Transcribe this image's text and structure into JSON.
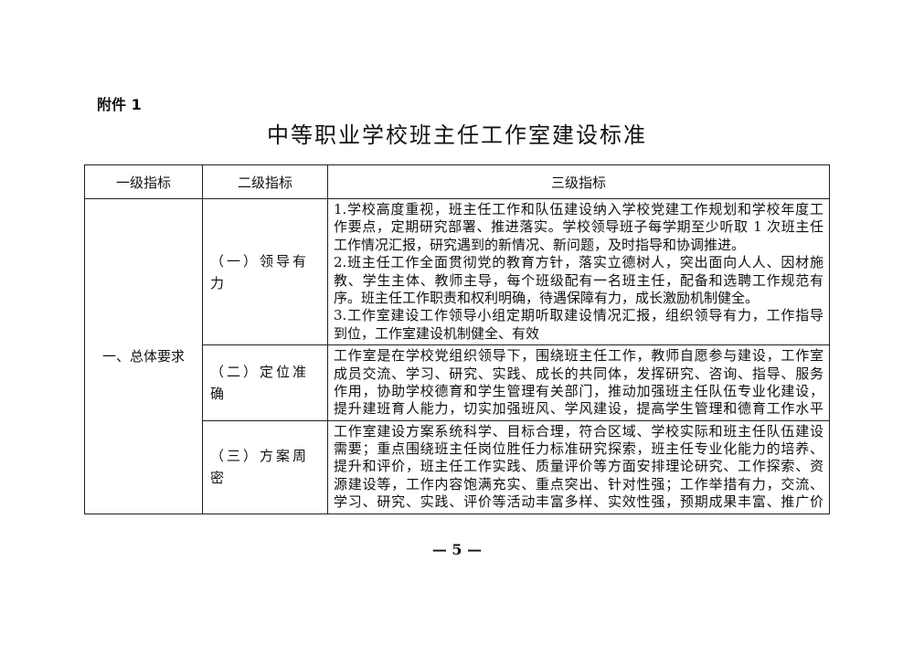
{
  "attachment": "附件 1",
  "title": "中等职业学校班主任工作室建设标准",
  "headers": [
    "一级指标",
    "二级指标",
    "三级指标"
  ],
  "level1": "一、总体要求",
  "rows": [
    {
      "level2": "（一）领导有力",
      "lines": [
        "1.学校高度重视，班主任工作和队伍建设纳入学校党建工作规划和学校年度工",
        "作要点，定期研究部署、推进落实。学校领导班子每学期至少听取 1 次班主任",
        "工作情况汇报，研究遇到的新情况、新问题，及时指导和协调推进。",
        "2.班主任工作全面贯彻党的教育方针，落实立德树人，突出面向人人、因材施",
        "教、学生主体、教师主导，每个班级配有一名班主任，配备和选聘工作规范有",
        "序。班主任工作职责和权利明确，待遇保障有力，成长激励机制健全。",
        "3.工作室建设工作领导小组定期听取建设情况汇报，组织领导有力，工作指导",
        "到位，工作室建设机制健全、有效"
      ]
    },
    {
      "level2": "（二）定位准确",
      "lines": [
        "工作室是在学校党组织领导下，围绕班主任工作，教师自愿参与建设，工作室",
        "成员交流、学习、研究、实践、成长的共同体，发挥研究、咨询、指导、服务",
        "作用，协助学校德育和学生管理有关部门，推动加强班主任队伍专业化建设，",
        "提升建班育人能力，切实加强班风、学风建设，提高学生管理和德育工作水平"
      ]
    },
    {
      "level2": "（三）方案周密",
      "lines": [
        "工作室建设方案系统科学、目标合理，符合区域、学校实际和班主任队伍建设",
        "需要；重点围绕班主任岗位胜任力标准研究探索，班主任专业化能力的培养、",
        "提升和评价，班主任工作实践、质量评价等方面安排理论研究、工作探索、资",
        "源建设等，工作内容饱满充实、重点突出、针对性强；工作举措有力，交流、",
        "学习、研究、实践、评价等活动丰富多样、实效性强，预期成果丰富、推广价"
      ]
    }
  ],
  "page_number": "— 5 —"
}
